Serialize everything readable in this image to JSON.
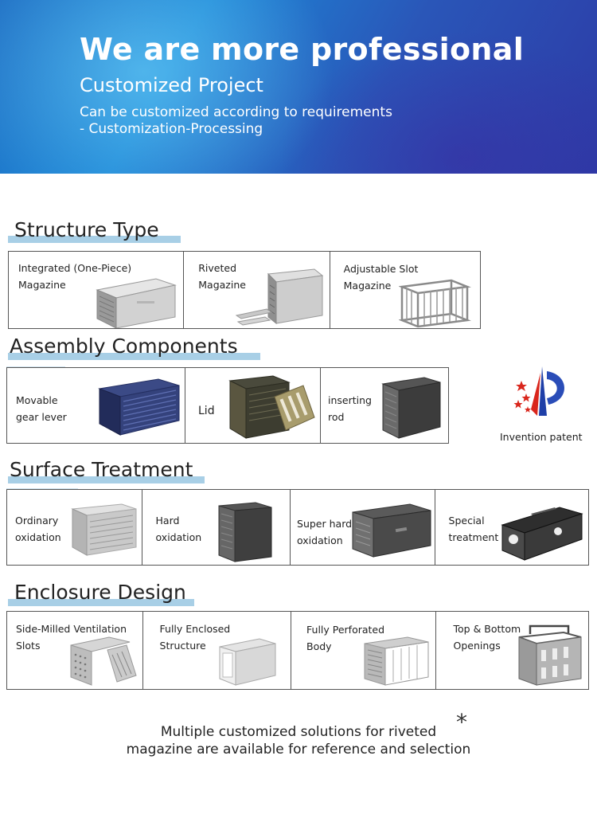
{
  "banner": {
    "title": "We are more professional",
    "subtitle": "Customized Project",
    "line1": "Can be customized according to requirements",
    "line2": "- Customization-Processing"
  },
  "sections": {
    "structure": {
      "heading": "Structure Type",
      "items": [
        "Integrated (One-Piece)\nMagazine",
        "Riveted\nMagazine",
        "Adjustable Slot\nMagazine"
      ]
    },
    "assembly": {
      "heading": "Assembly Components",
      "items": [
        "Movable\ngear lever",
        "Lid",
        "inserting\nrod"
      ]
    },
    "surface": {
      "heading": "Surface Treatment",
      "items": [
        "Ordinary\noxidation",
        "Hard\noxidation",
        "Super hard\noxidation",
        "Special\ntreatment"
      ]
    },
    "enclosure": {
      "heading": "Enclosure Design",
      "items": [
        "Side-Milled Ventilation\nSlots",
        "Fully Enclosed\nStructure",
        "Fully Perforated\nBody",
        "Top & Bottom\nOpenings"
      ]
    }
  },
  "patent": {
    "label": "Invention patent",
    "icon": "invention-patent-logo"
  },
  "footer": {
    "line1": "Multiple customized solutions for riveted",
    "line2": "magazine are available for reference and selection",
    "star": "*"
  },
  "colors": {
    "banner_start": "#1d86d6",
    "banner_end": "#2d3aa6",
    "accent_bar": "#a8cfe6"
  }
}
